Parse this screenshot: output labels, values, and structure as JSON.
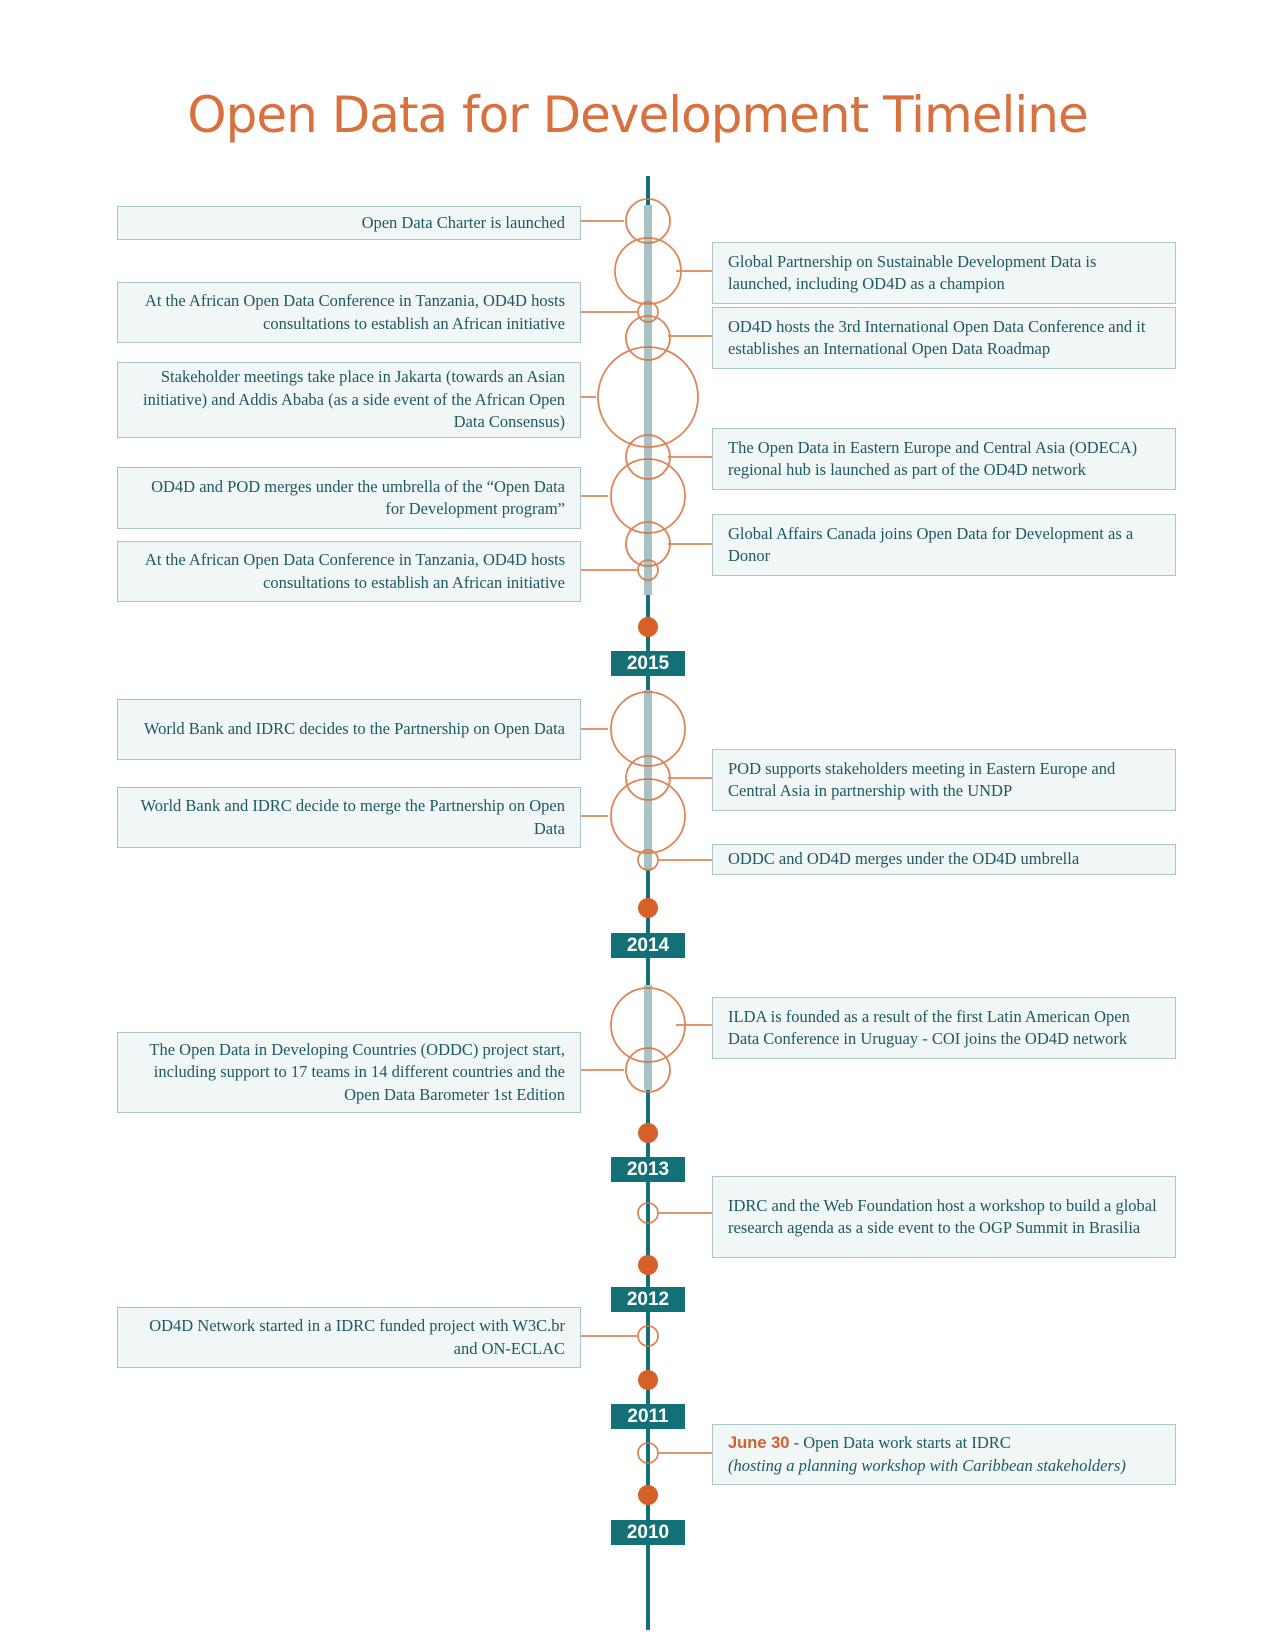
{
  "title": "Open Data for Development Timeline",
  "colors": {
    "accent": "#d8713e",
    "spine": "#137077",
    "box_bg": "#f1f6f6",
    "box_border": "#a7c6c9",
    "text": "#1c5962",
    "milestone_dot": "#d6602a"
  },
  "years": [
    "2015",
    "2014",
    "2013",
    "2012",
    "2011",
    "2010"
  ],
  "events": [
    {
      "text": "Open Data Charter is launched"
    },
    {
      "text": "Global Partnership on Sustainable Development Data is launched, including OD4D as a champion"
    },
    {
      "text": "At the African Open Data Conference in Tanzania, OD4D hosts consultations to establish an African initiative"
    },
    {
      "text": "OD4D hosts the 3rd International Open Data Conference and it establishes an International Open Data Roadmap"
    },
    {
      "text": "Stakeholder meetings take place in Jakarta (towards an Asian initiative) and Addis Ababa (as a side event of the African Open Data Consensus)"
    },
    {
      "text": "The Open Data in Eastern Europe and Central Asia (ODECA) regional hub is launched as part of the OD4D network"
    },
    {
      "text": "OD4D and POD merges under the umbrella of the “Open Data for Development program”"
    },
    {
      "text": "Global Affairs Canada joins Open Data for Development as a Donor"
    },
    {
      "text": "At the African Open Data Conference in Tanzania, OD4D hosts consultations to establish an African initiative"
    },
    {
      "text": "World Bank and IDRC decides to the Partnership on Open Data"
    },
    {
      "text": "POD supports stakeholders meeting in Eastern Europe and Central Asia in partnership with the UNDP"
    },
    {
      "text": "World Bank and IDRC decide to merge the Partnership on Open Data"
    },
    {
      "text": "ODDC and OD4D merges under the OD4D umbrella"
    },
    {
      "text": "ILDA is founded as a result of the first Latin American Open Data Conference in Uruguay - COI joins the OD4D network"
    },
    {
      "text": "The Open Data in Developing Countries (ODDC) project start, including support to 17 teams in 14 different countries and the Open Data Barometer 1st Edition"
    },
    {
      "text": "IDRC and the Web Foundation host a workshop to build a global research agenda as a side event to the OGP Summit in Brasilia"
    },
    {
      "text": "OD4D Network started in a IDRC funded project with W3C.br and ON-ECLAC"
    },
    {
      "date": "June 30",
      "text": " - Open Data work starts at IDRC",
      "note": "(hosting a planning workshop with Caribbean stakeholders)"
    }
  ]
}
